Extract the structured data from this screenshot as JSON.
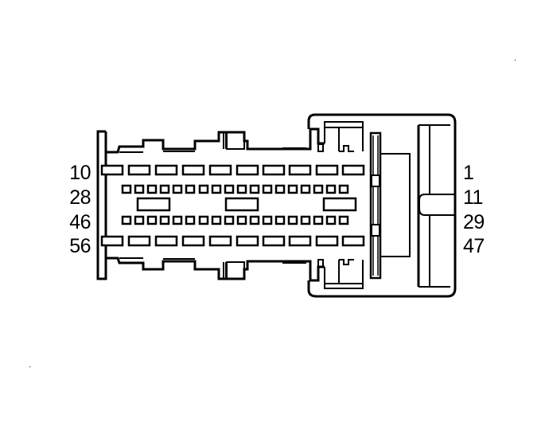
{
  "diagram": {
    "type": "connector-end-view",
    "stroke_color": "#000000",
    "background_color": "#ffffff",
    "left_labels": [
      "10",
      "28",
      "46",
      "56"
    ],
    "right_labels": [
      "1",
      "11",
      "29",
      "47"
    ],
    "rows": [
      {
        "name": "row-1",
        "pin_type": "large",
        "pin_count": 10,
        "first_pin": 1,
        "last_pin": 10,
        "direction": "right-to-left"
      },
      {
        "name": "row-2",
        "pin_type": "small",
        "pin_count": 18,
        "first_pin": 11,
        "last_pin": 28,
        "direction": "right-to-left"
      },
      {
        "name": "row-3",
        "pin_type": "small",
        "pin_count": 18,
        "first_pin": 29,
        "last_pin": 46,
        "direction": "right-to-left"
      },
      {
        "name": "row-4",
        "pin_type": "large",
        "pin_count": 10,
        "first_pin": 47,
        "last_pin": 56,
        "direction": "right-to-left"
      }
    ],
    "keying_slots": 3
  }
}
